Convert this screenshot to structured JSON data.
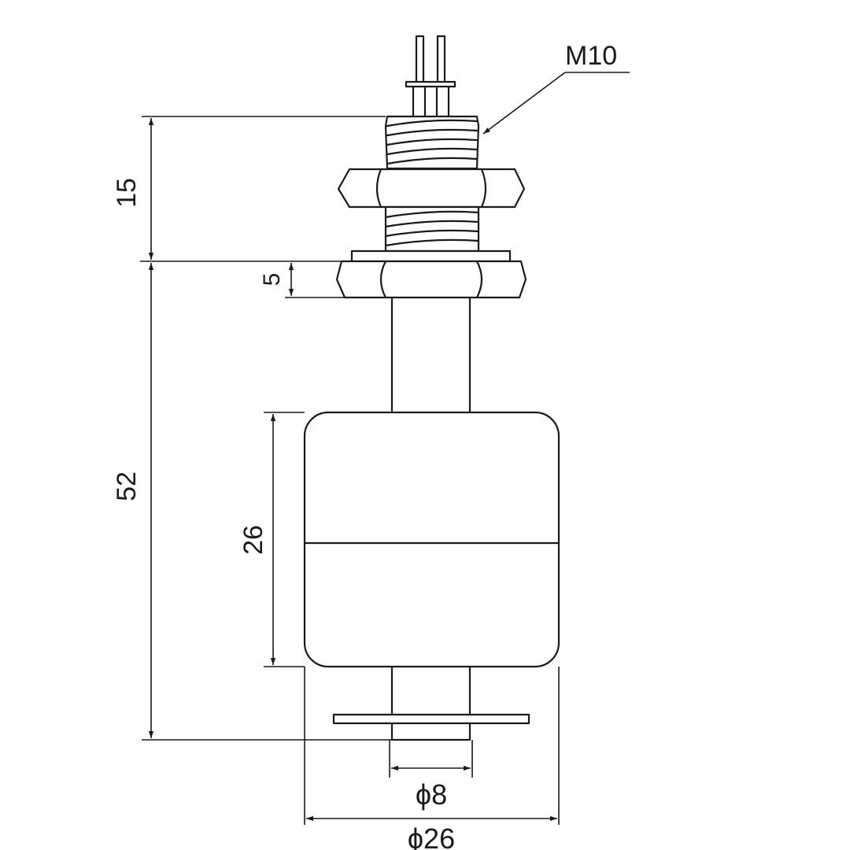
{
  "dimensions": {
    "thread_label": "M10",
    "top_height": "15",
    "nut_height": "5",
    "total_length": "52",
    "float_height": "26",
    "stem_diameter": "ϕ8",
    "float_diameter": "ϕ26"
  },
  "colors": {
    "line": "#1a1a1a",
    "background": "#ffffff"
  }
}
